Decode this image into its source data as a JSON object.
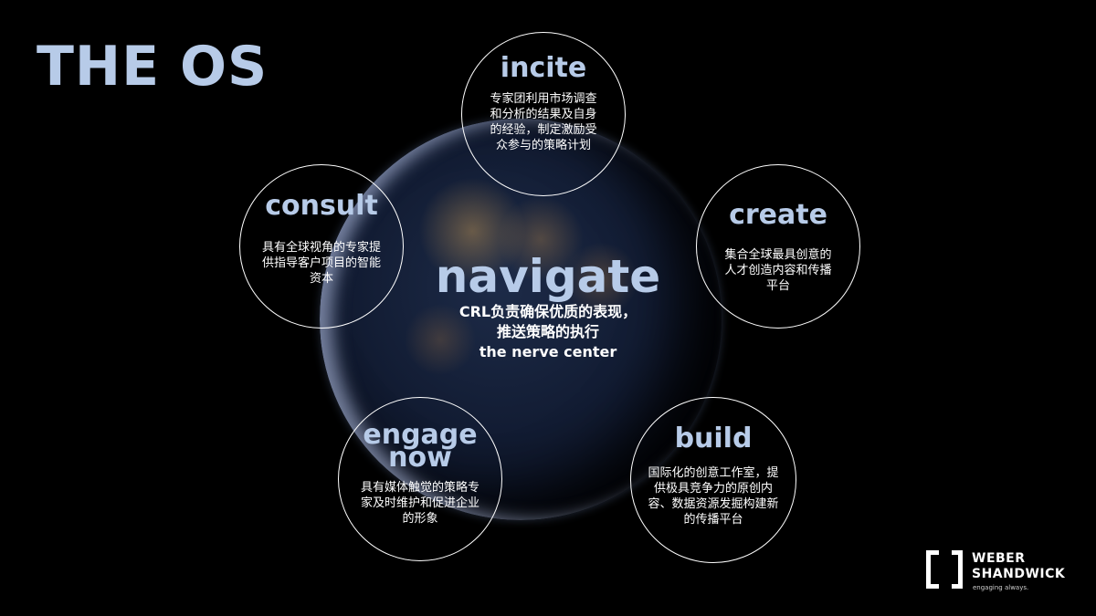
{
  "title": "THE OS",
  "center": {
    "heading": "navigate",
    "line1": "CRL负责确保优质的表现，",
    "line2": "推送策略的执行",
    "line3": "the nerve center"
  },
  "nodes": {
    "incite": {
      "heading": "incite",
      "desc": "专家团利用市场调查和分析的结果及自身的经验，制定激励受众参与的策略计划"
    },
    "consult": {
      "heading": "consult",
      "desc": "具有全球视角的专家提供指导客户项目的智能资本"
    },
    "create": {
      "heading": "create",
      "desc": "集合全球最具创意的人才创造内容和传播平台"
    },
    "engage": {
      "heading_line1": "engage",
      "heading_line2": "now",
      "desc": "具有媒体触觉的策略专家及时维护和促进企业的形象"
    },
    "build": {
      "heading": "build",
      "desc": "国际化的创意工作室，提供极具竞争力的原创内容、数据资源发掘构建新的传播平台"
    }
  },
  "logo": {
    "line1": "WEBER",
    "line2": "SHANDWICK",
    "tagline": "engaging always."
  },
  "colors": {
    "background": "#000000",
    "heading": "#b7cbe8",
    "text": "#ffffff"
  }
}
